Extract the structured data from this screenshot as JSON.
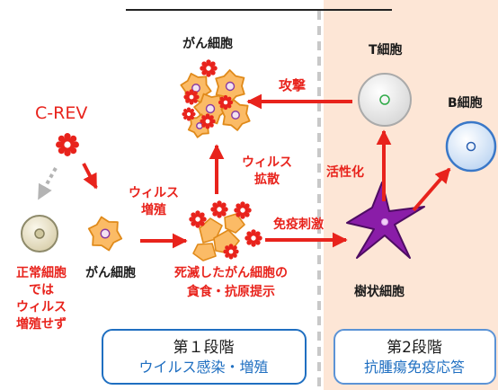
{
  "colors": {
    "red": "#e8231c",
    "blue": "#1f6fc1",
    "stage2_bg": "#fde6d6",
    "divider": "#c8c8c8"
  },
  "labels": {
    "c_rev": "C-REV",
    "cancer_cell_cluster": "がん細胞",
    "attack": "攻撃",
    "t_cell": "T細胞",
    "b_cell": "B細胞",
    "virus_spread_1": "ウィルス",
    "virus_spread_2": "拡散",
    "virus_multiply_1": "ウィルス",
    "virus_multiply_2": "増殖",
    "activation": "活性化",
    "immune_stimulation": "免疫刺激",
    "normal_cell_1": "正常細胞",
    "normal_cell_2": "では",
    "normal_cell_3": "ウィルス",
    "normal_cell_4": "増殖せず",
    "cancer_cell_single": "がん細胞",
    "phagocytosis_1": "死滅したがん細胞の",
    "phagocytosis_2": "貪食・抗原提示",
    "dendritic_cell": "樹状細胞"
  },
  "stage1": {
    "title": "第１段階",
    "subtitle": "ウイルス感染・増殖"
  },
  "stage2": {
    "title": "第2段階",
    "subtitle": "抗腫瘍免疫応答"
  }
}
